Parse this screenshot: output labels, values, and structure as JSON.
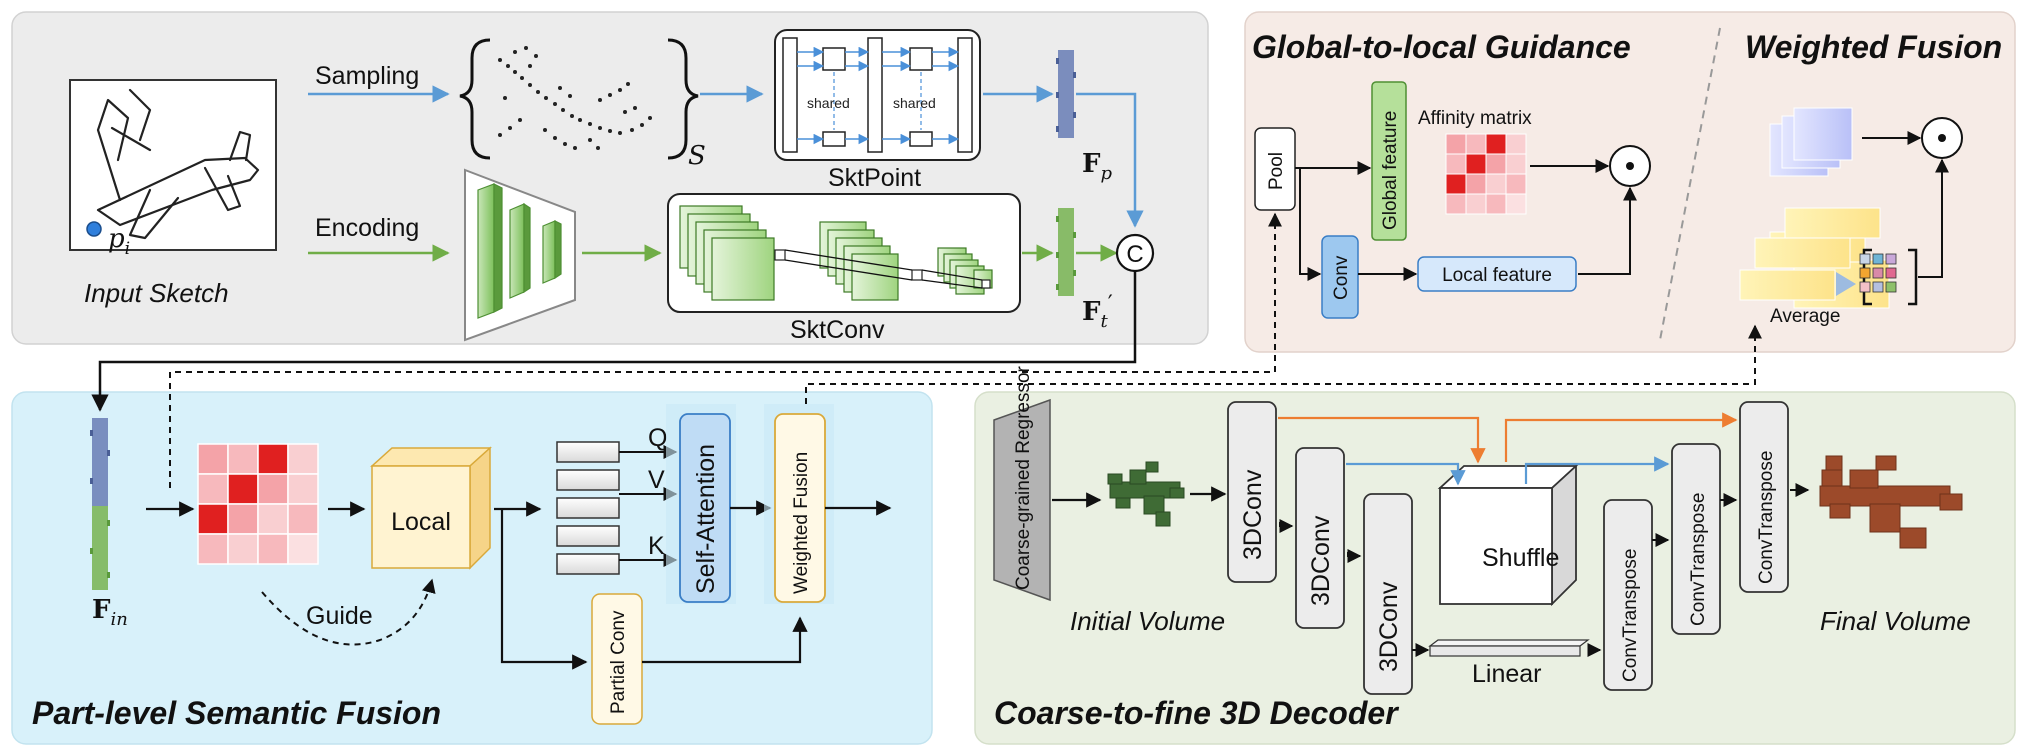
{
  "panels": {
    "top_title_left": "Global-to-local Guidance",
    "top_title_right": "Weighted Fusion",
    "bottom_title_left": "Part-level Semantic Fusion",
    "bottom_title_right": "Coarse-to-fine 3D Decoder"
  },
  "sketch_panel": {
    "sampling": "Sampling",
    "encoding": "Encoding",
    "input_sketch": "Input Sketch",
    "point_symbol": "p",
    "point_sub": "i",
    "set_symbol": "S",
    "shared_1": "shared",
    "shared_2": "shared",
    "sktpoint": "SktPoint",
    "sktconv": "SktConv",
    "fp": "F",
    "fp_sub": "p",
    "ft": "F",
    "ft_sub": "t",
    "ft_prime": "′",
    "concat": "C"
  },
  "guidance": {
    "pool": "Pool",
    "conv": "Conv",
    "global_feature": "Global feature",
    "affinity_matrix": "Affinity matrix",
    "local_feature": "Local feature",
    "odot": "⊙",
    "average": "Average"
  },
  "fusion_panel": {
    "fin": "F",
    "fin_sub": "in",
    "local": "Local",
    "guide": "Guide",
    "q": "Q",
    "v": "V",
    "k": "K",
    "self_attention": "Self-Attention",
    "weighted_fusion": "Weighted Fusion",
    "partial_conv": "Partial Conv"
  },
  "decoder": {
    "regressor": "Coarse-grained Regressor",
    "initial_volume": "Initial Volume",
    "conv1": "3DConv",
    "conv2": "3DConv",
    "conv3": "3DConv",
    "shuffle": "Shuffle",
    "linear": "Linear",
    "convt1": "ConvTranspose",
    "convt2": "ConvTranspose",
    "convt3": "ConvTranspose",
    "final_volume": "Final Volume"
  },
  "colors": {
    "blue_arrow": "#5b9bd5",
    "green_arrow": "#70ad47",
    "orange_arrow": "#ed7d31",
    "red_matrix": "#e02020",
    "panel_gray": "#ececec",
    "panel_pink": "#f6ebe6",
    "panel_cyan": "#d8f1fa",
    "panel_green": "#eaf0e2"
  },
  "icons": [
    "sketch-airplane",
    "point-cloud",
    "voxel-airplane-green",
    "voxel-airplane-brown",
    "concat-circle",
    "hadamard-circle"
  ]
}
